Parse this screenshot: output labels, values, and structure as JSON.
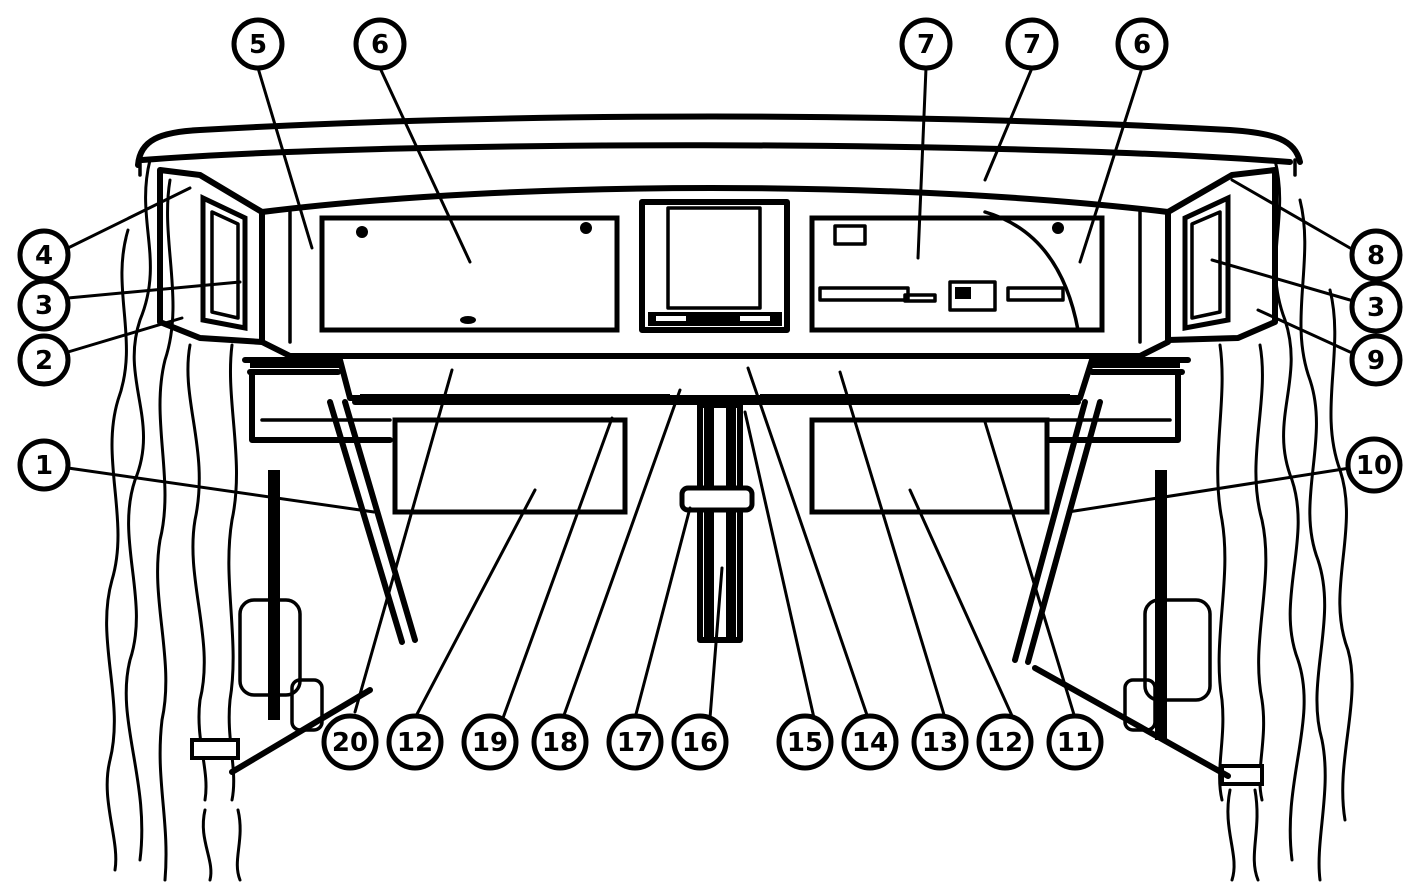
{
  "callouts": [
    {
      "id": "c5-top",
      "label": "5"
    },
    {
      "id": "c6-top-left",
      "label": "6"
    },
    {
      "id": "c7-top-a",
      "label": "7"
    },
    {
      "id": "c7-top-b",
      "label": "7"
    },
    {
      "id": "c6-top-right",
      "label": "6"
    },
    {
      "id": "c4-left",
      "label": "4"
    },
    {
      "id": "c3-left",
      "label": "3"
    },
    {
      "id": "c2-left",
      "label": "2"
    },
    {
      "id": "c1-left",
      "label": "1"
    },
    {
      "id": "c8-right",
      "label": "8"
    },
    {
      "id": "c3-right",
      "label": "3"
    },
    {
      "id": "c9-right",
      "label": "9"
    },
    {
      "id": "c10-right",
      "label": "10"
    },
    {
      "id": "c20-bottom",
      "label": "20"
    },
    {
      "id": "c12-bottom-a",
      "label": "12"
    },
    {
      "id": "c19-bottom",
      "label": "19"
    },
    {
      "id": "c18-bottom",
      "label": "18"
    },
    {
      "id": "c17-bottom",
      "label": "17"
    },
    {
      "id": "c16-bottom",
      "label": "16"
    },
    {
      "id": "c15-bottom",
      "label": "15"
    },
    {
      "id": "c14-bottom",
      "label": "14"
    },
    {
      "id": "c13-bottom",
      "label": "13"
    },
    {
      "id": "c12-bottom-b",
      "label": "12"
    },
    {
      "id": "c11-bottom",
      "label": "11"
    }
  ]
}
